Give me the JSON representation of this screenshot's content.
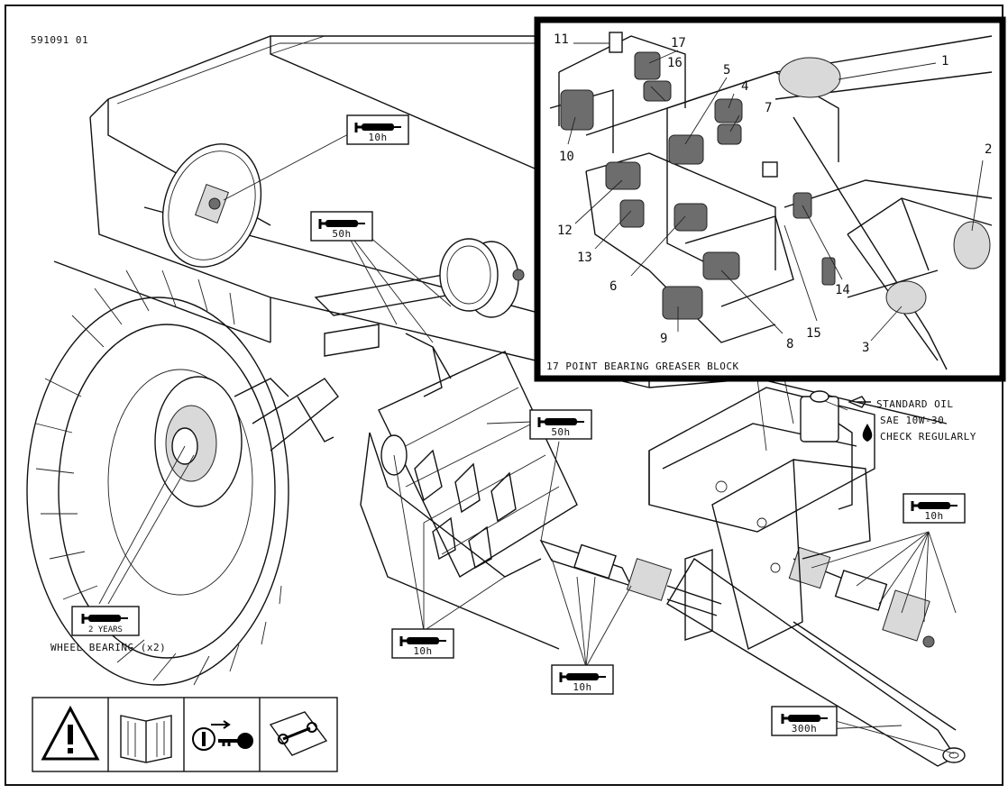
{
  "doc_number": "591091 01",
  "inset": {
    "caption": "17 POINT BEARING GREASER BLOCK",
    "callouts": [
      "1",
      "2",
      "3",
      "4",
      "5",
      "6",
      "7",
      "8",
      "9",
      "10",
      "11",
      "12",
      "13",
      "14",
      "15",
      "16",
      "17"
    ]
  },
  "grease_intervals": {
    "disc": "10h",
    "cross_arm": "50h",
    "wheel": "2 YEARS",
    "rotor": "50h",
    "rotor_lower": "10h",
    "driveline": "10h",
    "gearbox": "10h",
    "hitch": "300h"
  },
  "wheel_note": "WHEEL BEARING (x2)",
  "oil_note": {
    "line1": "STANDARD OIL",
    "line2": "SAE 10W-30",
    "line3": "CHECK REGULARLY"
  },
  "safety_icons": [
    "warning-triangle-icon",
    "operator-manual-icon",
    "remove-key-icon",
    "service-manual-icon"
  ]
}
